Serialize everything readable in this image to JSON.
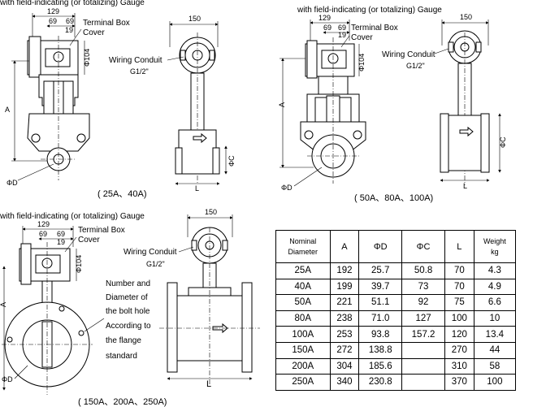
{
  "captions": {
    "gauge_top": "with field-indicating (or totalizing) Gauge",
    "terminal_box_cover": "Terminal Box Cover",
    "wiring_conduit": "Wiring Conduit",
    "conduit_thread": "G1/2\"",
    "size_group_1": "( 25A、40A)",
    "size_group_2": "( 50A、80A、100A)",
    "size_group_3": "( 150A、200A、250A)",
    "bolt_note": "Number and Diameter of the bolt hole According to the flange standard"
  },
  "dimensions": {
    "d129": "129",
    "d69": "69",
    "d19": "19",
    "d104": "Φ104",
    "d150": "150",
    "A": "A",
    "D": "ΦD",
    "C": "ΦC",
    "L": "L"
  },
  "table": {
    "headers": [
      "Nominal Diameter",
      "A",
      "ΦD",
      "ΦC",
      "L",
      "Weight kg"
    ],
    "rows": [
      [
        "25A",
        "192",
        "25.7",
        "50.8",
        "70",
        "4.3"
      ],
      [
        "40A",
        "199",
        "39.7",
        "73",
        "70",
        "4.9"
      ],
      [
        "50A",
        "221",
        "51.1",
        "92",
        "75",
        "6.6"
      ],
      [
        "80A",
        "238",
        "71.0",
        "127",
        "100",
        "10"
      ],
      [
        "100A",
        "253",
        "93.8",
        "157.2",
        "120",
        "13.4"
      ],
      [
        "150A",
        "272",
        "138.8",
        "",
        "270",
        "44"
      ],
      [
        "200A",
        "304",
        "185.6",
        "",
        "310",
        "58"
      ],
      [
        "250A",
        "340",
        "230.8",
        "",
        "370",
        "100"
      ]
    ]
  }
}
